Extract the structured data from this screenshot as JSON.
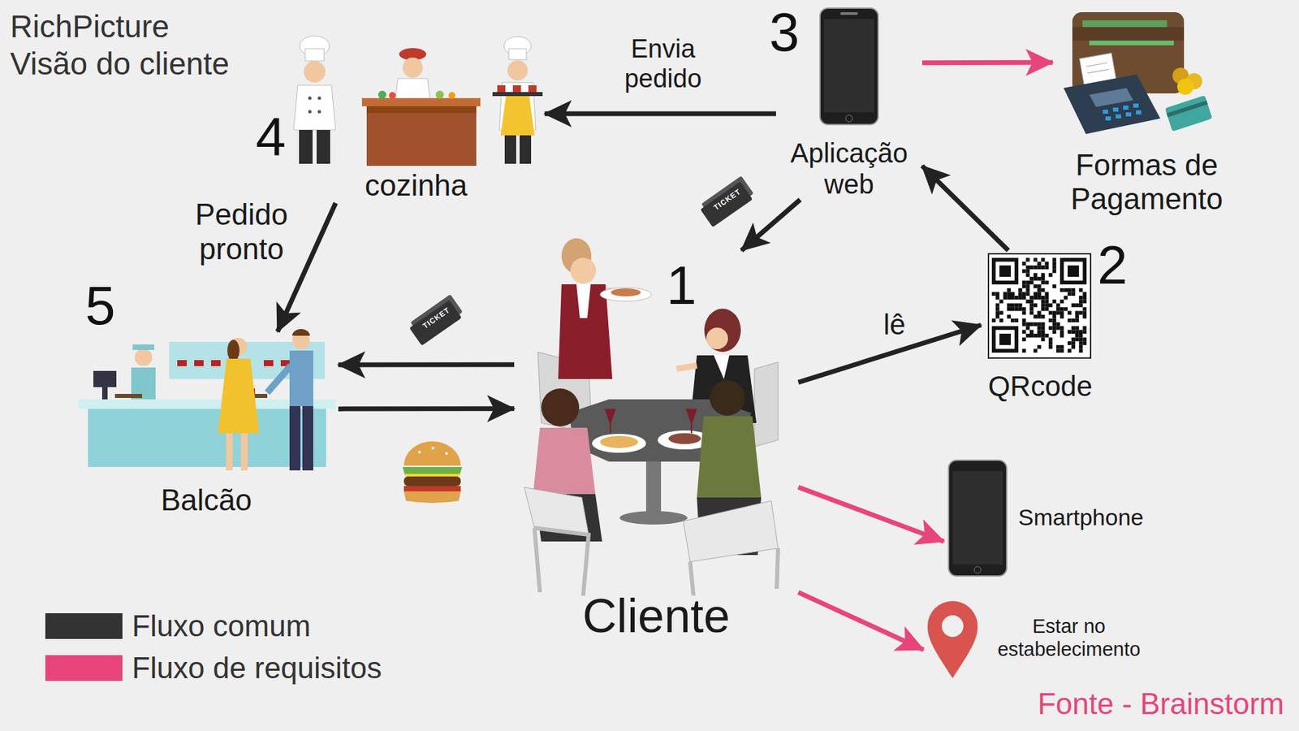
{
  "diagram": {
    "title": "RichPicture Visão do cliente",
    "caption": "Fonte - Brainstorm",
    "nodes": [
      {
        "text": [
          "cozinha"
        ]
      },
      {
        "text": [
          "Aplicação web"
        ]
      },
      {
        "text": [
          "Formas de Pagamento"
        ]
      },
      {
        "text": [
          "QRcode"
        ]
      },
      {
        "text": [
          "Cliente"
        ]
      },
      {
        "text": [
          "Balcão"
        ]
      },
      {
        "text": [
          "Smartphone"
        ]
      },
      {
        "text": [
          "Estar no estabelecimento"
        ]
      }
    ],
    "edges": [
      {
        "from": 4,
        "to": 3,
        "label": "lê",
        "arrow": "to"
      },
      {
        "from": 3,
        "to": 1,
        "arrow": "to"
      },
      {
        "from": 1,
        "to": 2,
        "arrow": "to"
      },
      {
        "from": 1,
        "to": 0,
        "label": "Envia pedido",
        "arrow": "to"
      },
      {
        "from": 1,
        "to": 4,
        "arrow": "to"
      },
      {
        "from": 0,
        "to": 5,
        "label": "Pedido pronto",
        "arrow": "to"
      },
      {
        "from": 4,
        "to": 5,
        "arrow": "to"
      },
      {
        "from": 5,
        "to": 4,
        "arrow": "to"
      },
      {
        "from": 4,
        "to": 6,
        "arrow": "to"
      },
      {
        "from": 4,
        "to": 7,
        "arrow": "to"
      }
    ],
    "labels": [
      "1",
      "2",
      "3",
      "4",
      "5",
      "TICKET",
      "TICKET"
    ],
    "legend": [
      {
        "text": "Fluxo comum",
        "color": "#333333"
      },
      {
        "text": "Fluxo de requisitos",
        "color": "#e8457a"
      }
    ]
  }
}
